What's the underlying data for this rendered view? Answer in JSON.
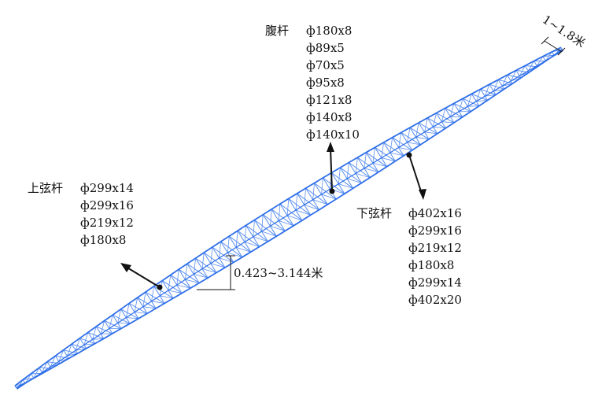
{
  "web_members": {
    "title": "腹杆",
    "specs": [
      "ф180x8",
      "ф89x5",
      "ф70x5",
      "ф95x8",
      "ф121x8",
      "ф140x8",
      "ф140x10"
    ]
  },
  "upper_chord": {
    "title": "上弦杆",
    "specs": [
      "ф299x14",
      "ф299x16",
      "ф219x12",
      "ф180x8"
    ]
  },
  "lower_chord": {
    "title": "下弦杆",
    "specs": [
      "ф402x16",
      "ф299x16",
      "ф219x12",
      "ф180x8",
      "ф299x14",
      "ф402x20"
    ]
  },
  "dimensions": {
    "depth": "0.423~3.144米",
    "end_width": "1~1.8米"
  },
  "colors": {
    "truss": "#2f6fe8",
    "truss_light": "#5a8ff2",
    "annotation": "#111111"
  }
}
